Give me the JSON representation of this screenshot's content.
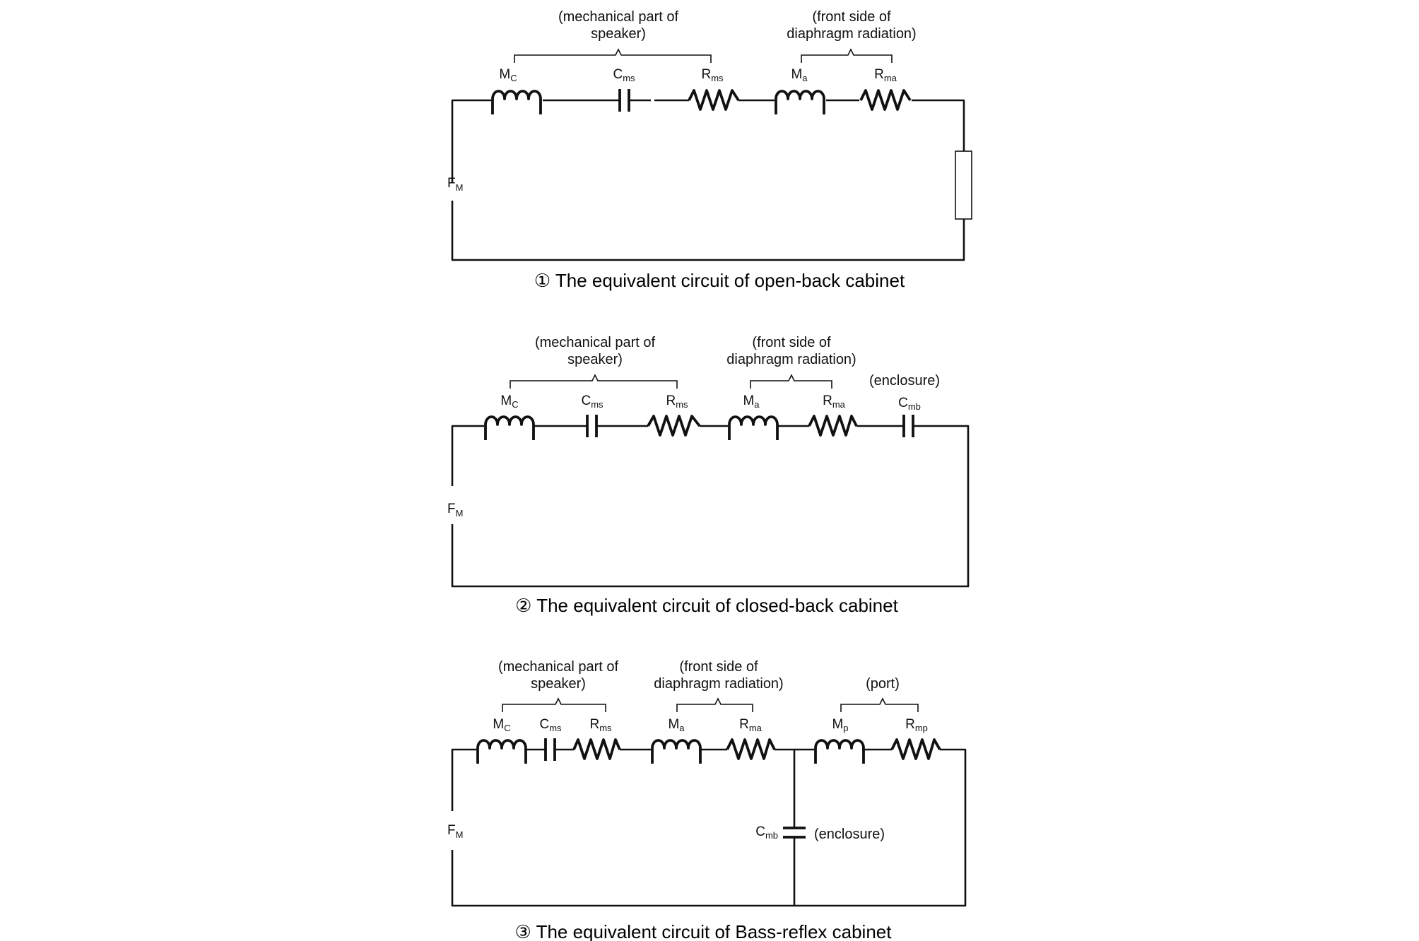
{
  "circuits": [
    {
      "caption": "① The equivalent circuit of open-back cabinet",
      "source": {
        "main": "F",
        "sub": "M"
      },
      "groups": [
        {
          "lines": [
            "(mechanical part of",
            "speaker)"
          ]
        },
        {
          "lines": [
            "(front side of",
            "diaphragm radiation)"
          ]
        }
      ],
      "components": [
        {
          "type": "inductor",
          "main": "M",
          "sub": "C"
        },
        {
          "type": "capacitor",
          "main": "C",
          "sub": "ms"
        },
        {
          "type": "resistor",
          "main": "R",
          "sub": "ms"
        },
        {
          "type": "inductor",
          "main": "M",
          "sub": "a"
        },
        {
          "type": "resistor",
          "main": "R",
          "sub": "ma"
        },
        {
          "type": "load"
        }
      ]
    },
    {
      "caption": "② The equivalent circuit of closed-back cabinet",
      "source": {
        "main": "F",
        "sub": "M"
      },
      "groups": [
        {
          "lines": [
            "(mechanical part of",
            "speaker)"
          ]
        },
        {
          "lines": [
            "(front side of",
            "diaphragm radiation)"
          ]
        },
        {
          "lines": [
            "(enclosure)"
          ]
        }
      ],
      "components": [
        {
          "type": "inductor",
          "main": "M",
          "sub": "C"
        },
        {
          "type": "capacitor",
          "main": "C",
          "sub": "ms"
        },
        {
          "type": "resistor",
          "main": "R",
          "sub": "ms"
        },
        {
          "type": "inductor",
          "main": "M",
          "sub": "a"
        },
        {
          "type": "resistor",
          "main": "R",
          "sub": "ma"
        },
        {
          "type": "capacitor",
          "main": "C",
          "sub": "mb"
        }
      ]
    },
    {
      "caption": "③ The equivalent circuit of Bass-reflex cabinet",
      "source": {
        "main": "F",
        "sub": "M"
      },
      "groups": [
        {
          "lines": [
            "(mechanical part of",
            "speaker)"
          ]
        },
        {
          "lines": [
            "(front side of",
            "diaphragm radiation)"
          ]
        },
        {
          "lines": [
            "(port)"
          ]
        },
        {
          "lines": [
            "(enclosure)"
          ]
        }
      ],
      "components": [
        {
          "type": "inductor",
          "main": "M",
          "sub": "C"
        },
        {
          "type": "capacitor",
          "main": "C",
          "sub": "ms"
        },
        {
          "type": "resistor",
          "main": "R",
          "sub": "ms"
        },
        {
          "type": "inductor",
          "main": "M",
          "sub": "a"
        },
        {
          "type": "resistor",
          "main": "R",
          "sub": "ma"
        },
        {
          "type": "inductor",
          "main": "M",
          "sub": "p"
        },
        {
          "type": "resistor",
          "main": "R",
          "sub": "mp"
        },
        {
          "type": "capacitor",
          "main": "C",
          "sub": "mb"
        }
      ]
    }
  ]
}
